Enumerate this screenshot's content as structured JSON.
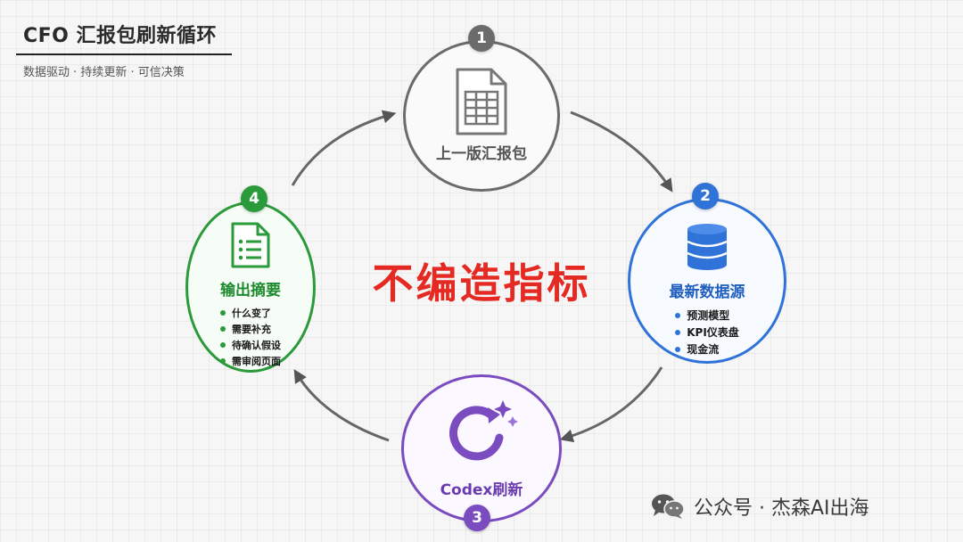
{
  "header": {
    "title": "CFO 汇报包刷新循环",
    "subtitle": "数据驱动 · 持续更新 · 可信决策"
  },
  "center_text": "不编造指标",
  "nodes": [
    {
      "number": "1",
      "title": "上一版汇报包",
      "icon": "spreadsheet-icon",
      "color": "#6b6b6b",
      "items": []
    },
    {
      "number": "2",
      "title": "最新数据源",
      "icon": "database-icon",
      "color": "#2f73d8",
      "items": [
        "预测模型",
        "KPI仪表盘",
        "现金流"
      ]
    },
    {
      "number": "3",
      "title": "Codex刷新",
      "icon": "codex-refresh-icon",
      "color": "#7a4cc0",
      "items": []
    },
    {
      "number": "4",
      "title": "输出摘要",
      "icon": "checklist-document-icon",
      "color": "#2a9a3a",
      "items": [
        "什么变了",
        "需要补充",
        "待确认假设",
        "需审阅页面"
      ]
    }
  ],
  "colors": {
    "gray": "#6b6b6b",
    "blue": "#2f73d8",
    "purple": "#7a4cc0",
    "green": "#2a9a3a",
    "red": "#e52a23",
    "arrow": "#555555"
  },
  "watermark": {
    "icon": "wechat-icon",
    "text": "公众号 · 杰森AI出海"
  }
}
